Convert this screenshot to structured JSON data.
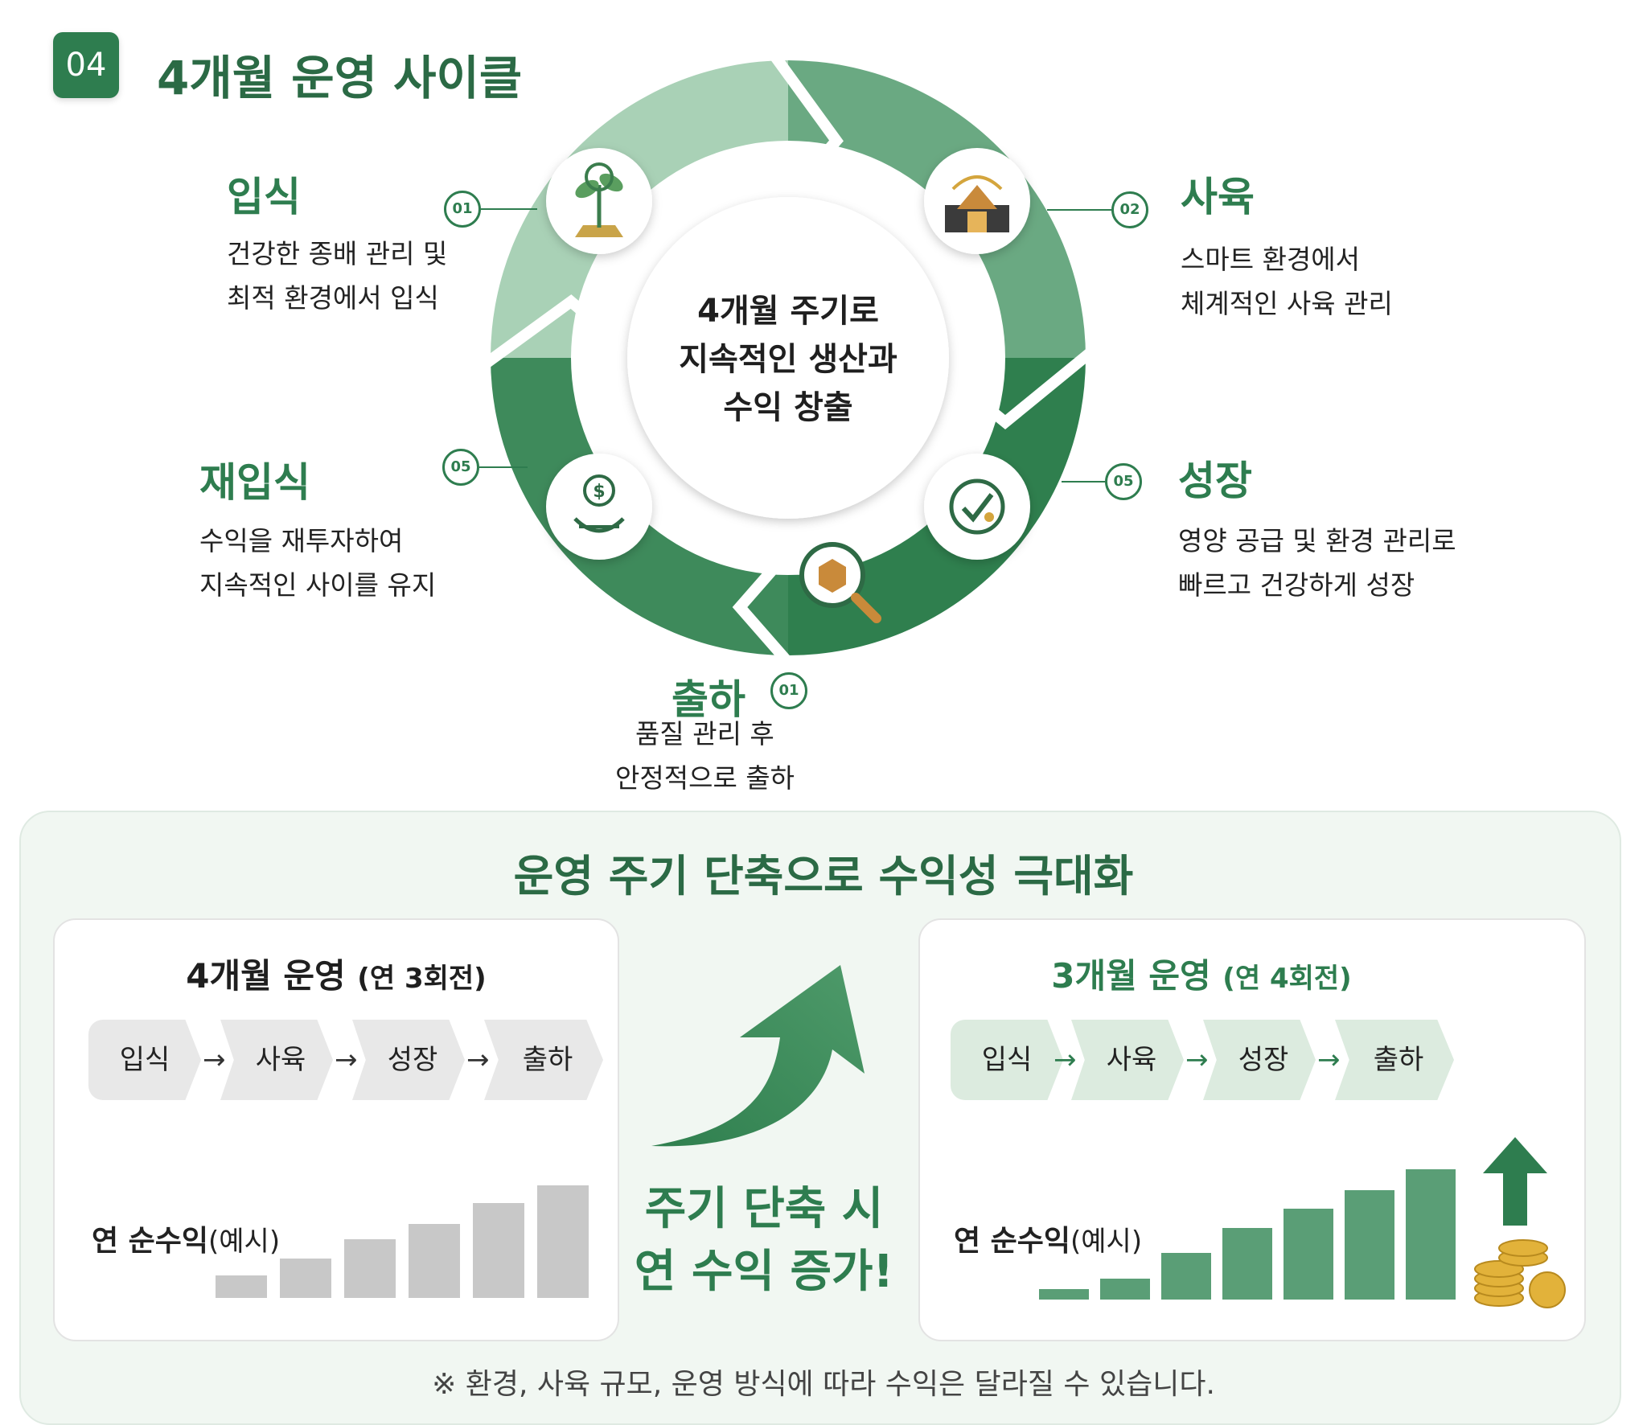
{
  "header": {
    "badge": "04",
    "title": "4개월 운영 사이클"
  },
  "cycle": {
    "center_lines": [
      "4개월 주기로",
      "지속적인 생산과",
      "수익 창출"
    ],
    "steps": [
      {
        "num": "01",
        "title": "입식",
        "desc": [
          "건강한 종배 관리 및",
          "최적 환경에서 입식"
        ],
        "icon": "sprout-icon"
      },
      {
        "num": "02",
        "title": "사육",
        "desc": [
          "스마트 환경에서",
          "체계적인 사육 관리"
        ],
        "icon": "smart-farm-icon"
      },
      {
        "num": "05",
        "title": "성장",
        "desc": [
          "영양 공급 및 환경 관리로",
          "빠르고 건강하게 성장"
        ],
        "icon": "growth-check-icon"
      },
      {
        "num": "01",
        "title": "출하",
        "desc": [
          "품질 관리 후",
          "안정적으로 출하"
        ],
        "icon": "inspection-box-icon"
      },
      {
        "num": "05",
        "title": "재입식",
        "desc": [
          "수익을 재투자하여",
          "지속적인 사이를 유지"
        ],
        "icon": "reinvest-money-icon"
      }
    ]
  },
  "comparison": {
    "title": "운영 주기 단축으로 수익성 극대화",
    "left": {
      "title": "4개월 운영",
      "subtitle": "(연 3회전)",
      "steps": [
        "입식",
        "사육",
        "성장",
        "출하"
      ],
      "profit_label": "연 순수익",
      "profit_note": "(예시)",
      "bar_levels": [
        0.2,
        0.35,
        0.52,
        0.66,
        0.84,
        1.0
      ],
      "color": "#c8c8c8"
    },
    "right": {
      "title": "3개월 운영",
      "subtitle": "(연 4회전)",
      "steps": [
        "입식",
        "사육",
        "성장",
        "출하"
      ],
      "profit_label": "연 순수익",
      "profit_note": "(예시)",
      "bar_levels": [
        0.08,
        0.16,
        0.36,
        0.55,
        0.7,
        0.84,
        1.0
      ],
      "color": "#5a9e76"
    },
    "center_message": [
      "주기 단축 시",
      "연 수익 증가!"
    ],
    "arrow_sep": "→"
  },
  "footnote": "※ 환경, 사육 규모, 운영 방식에 따라 수익은 달라질 수 있습니다.",
  "colors": {
    "primary": "#2e7d4f",
    "light": "#a9d1b6",
    "gray_bar": "#c8c8c8",
    "green_bar": "#5a9e76"
  }
}
